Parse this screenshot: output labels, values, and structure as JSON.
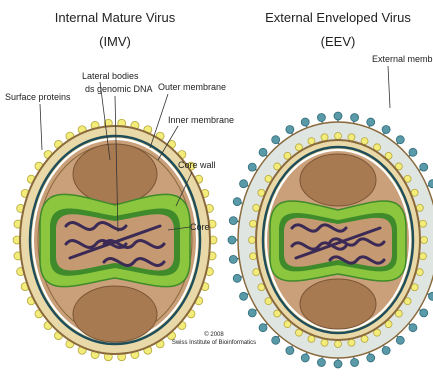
{
  "panels": {
    "imv": {
      "title": "Internal Mature Virus",
      "subtitle": "(IMV)"
    },
    "eev": {
      "title": "External Enveloped Virus",
      "subtitle": "(EEV)"
    }
  },
  "labels": {
    "surface_proteins": "Surface proteins",
    "lateral_bodies": "Lateral bodies",
    "ds_genomic_dna": "ds genomic DNA",
    "outer_membrane": "Outer membrane",
    "inner_membrane": "Inner membrane",
    "core_wall": "Core wall",
    "core": "Core",
    "external_membrane": "External membran"
  },
  "credit": {
    "year": "© 2008",
    "org": "Swiss Institute of Bioinformatics"
  },
  "colors": {
    "outer_rim": "#e9d9a8",
    "rim_stroke": "#8a6a3c",
    "outer_membrane": "#1f4e5a",
    "inner_fill": "#caa07a",
    "green": "#8cc63f",
    "green_dark": "#3f8a2a",
    "lateral_body": "#a87a52",
    "core": "#c59a72",
    "dna": "#3b2a55",
    "surface_protein": "#f2ec7a",
    "surface_stroke": "#b7a63a",
    "envelope_protein": "#5a9aa8"
  }
}
